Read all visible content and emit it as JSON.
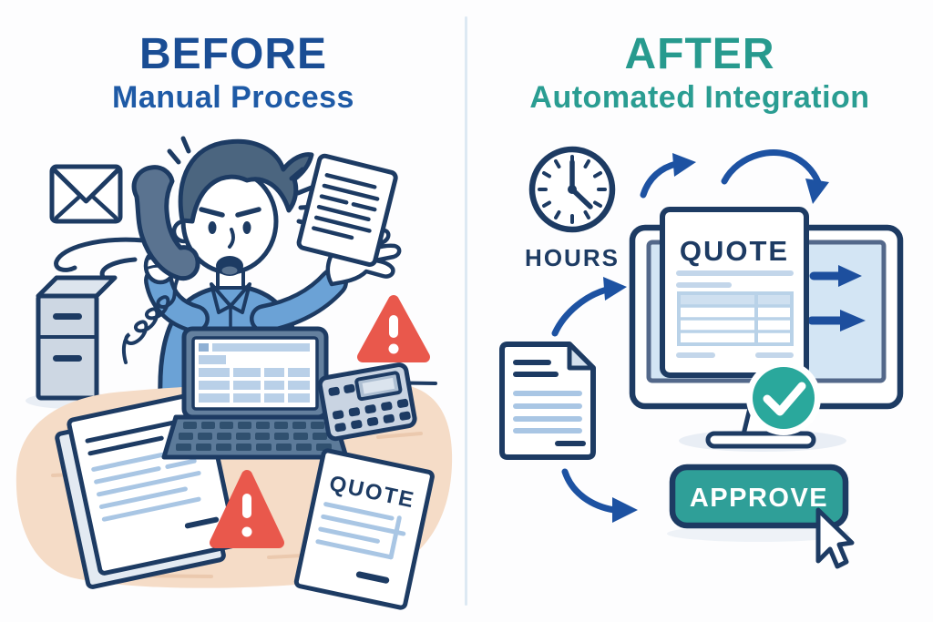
{
  "left_panel": {
    "title": "BEFORE",
    "subtitle": "Manual Process",
    "quote_document_label": "QUOTE"
  },
  "right_panel": {
    "title": "AFTER",
    "subtitle": "Automated Integration",
    "clock_label": "HOURS",
    "screen_document_label": "QUOTE",
    "approve_button_label": "APPROVE"
  },
  "colors": {
    "outline_navy": "#1d3b63",
    "title_blue": "#1a4d94",
    "subtitle_blue": "#1e5aa6",
    "teal_title": "#279a8e",
    "button_teal": "#2f9f98",
    "check_teal": "#2aa89c",
    "arrow_blue": "#1d52a2",
    "alert_red": "#e9584c",
    "shirt_blue": "#6ba2d6",
    "desk_tan": "#f5dcc7",
    "paper_line_blue": "#a9c6e4",
    "screen_blue": "#d3e5f4"
  },
  "icons": {
    "left": [
      "envelope-icon",
      "motion-swoosh-icon",
      "file-cabinet-icon",
      "stressed-worker",
      "phone-handset-icon",
      "phone-cord-icon",
      "flying-document-icon",
      "warning-triangle-icon",
      "desk-surface",
      "laptop-spreadsheet-icon",
      "calculator-icon",
      "paper-stack-icon",
      "quote-document-icon"
    ],
    "right": [
      "clock-icon",
      "curved-arrow-icon",
      "monitor-icon",
      "screen-transfer-arrows-icon",
      "screen-quote-document",
      "check-circle-icon",
      "source-document-icon",
      "approve-button",
      "mouse-cursor-icon"
    ]
  }
}
